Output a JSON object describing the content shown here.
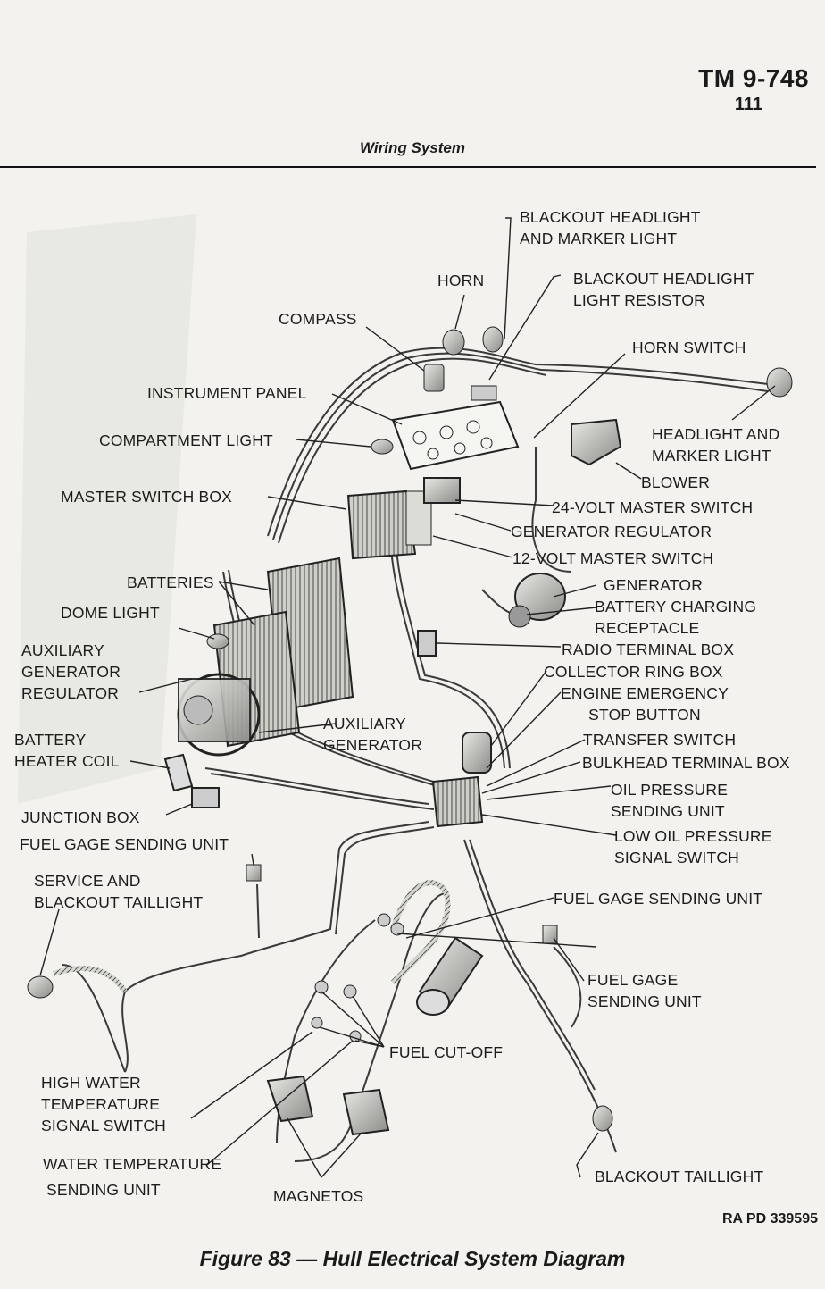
{
  "header": {
    "manual": "TM 9-748",
    "page": "111",
    "section": "Wiring System"
  },
  "labels": {
    "blackout_headlight_marker": "BLACKOUT HEADLIGHT\nAND MARKER LIGHT",
    "horn": "HORN",
    "blackout_resistor": "BLACKOUT HEADLIGHT\nLIGHT RESISTOR",
    "compass": "COMPASS",
    "horn_switch": "HORN SWITCH",
    "instrument_panel": "INSTRUMENT PANEL",
    "headlight_marker": "HEADLIGHT AND\nMARKER LIGHT",
    "compartment_light": "COMPARTMENT LIGHT",
    "blower": "BLOWER",
    "master_switch_box": "MASTER SWITCH BOX",
    "master_switch_24v": "24-VOLT MASTER SWITCH",
    "generator_regulator": "GENERATOR REGULATOR",
    "master_switch_12v": "12-VOLT MASTER SWITCH",
    "batteries": "BATTERIES",
    "generator": "GENERATOR",
    "dome_light": "DOME LIGHT",
    "battery_charging": "BATTERY CHARGING\nRECEPTACLE",
    "aux_gen_regulator": "AUXILIARY\nGENERATOR\nREGULATOR",
    "radio_terminal_box": "RADIO TERMINAL BOX",
    "collector_ring_box": "COLLECTOR RING BOX",
    "engine_emergency": "ENGINE EMERGENCY\nSTOP BUTTON",
    "aux_generator": "AUXILIARY\nGENERATOR",
    "battery_heater": "BATTERY\nHEATER COIL",
    "transfer_switch": "TRANSFER SWITCH",
    "bulkhead_terminal": "BULKHEAD TERMINAL BOX",
    "oil_pressure": "OIL PRESSURE\nSENDING UNIT",
    "junction_box": "JUNCTION BOX",
    "low_oil": "LOW OIL PRESSURE\nSIGNAL SWITCH",
    "fuel_gage_left": "FUEL GAGE SENDING UNIT",
    "service_taillight": "SERVICE AND\nBLACKOUT TAILLIGHT",
    "fuel_gage_right": "FUEL GAGE SENDING UNIT",
    "fuel_gage_lower": "FUEL GAGE\nSENDING UNIT",
    "fuel_cutoff": "FUEL CUT-OFF",
    "high_water": "HIGH WATER\nTEMPERATURE\nSIGNAL SWITCH",
    "water_temp": "WATER TEMPERATURE",
    "water_temp_2": "SENDING UNIT",
    "blackout_taillight": "BLACKOUT TAILLIGHT",
    "magnetos": "MAGNETOS"
  },
  "footer": {
    "reference": "RA PD 339595",
    "caption": "Figure 83 — Hull Electrical System Diagram"
  }
}
